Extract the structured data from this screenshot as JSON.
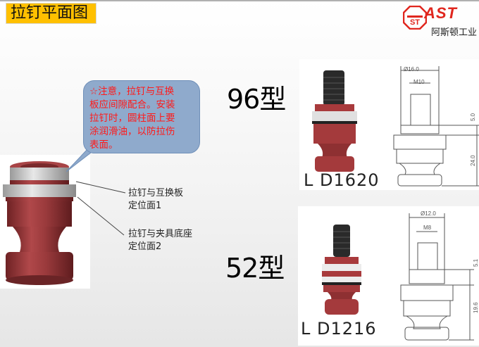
{
  "title": "拉钉平面图",
  "logo": {
    "brand": "AST",
    "company_cn": "阿斯顿工业",
    "colors": {
      "brand_red": "#e0261e"
    }
  },
  "callout": {
    "text": "☆注意，拉钉与互换板应间隙配合。安装拉钉时，圆柱面上要涂润滑油，以防拉伤表面。",
    "lines": [
      "☆注意，拉钉与互换",
      "板应间隙配合。安装",
      "拉钉时，圆柱面上要",
      "涂润滑油，以防拉伤",
      "表面。"
    ],
    "text_color": "#ff1a1a",
    "bg_color": "#8faacc"
  },
  "labels": [
    {
      "line1": "拉钉与互换板",
      "line2": "定位面1"
    },
    {
      "line1": "拉钉与夹具底座",
      "line2": "定位面2"
    }
  ],
  "models": [
    {
      "name": "96型",
      "code": "L D1620",
      "dimensions": {
        "diameter": "Ø16.0",
        "thread": "M10",
        "head_height": "5.0",
        "body_height": "24.0"
      }
    },
    {
      "name": "52型",
      "code": "L D1216",
      "dimensions": {
        "diameter": "Ø12.0",
        "thread": "M8",
        "head_height": "5.1",
        "body_height": "19.6"
      }
    }
  ]
}
